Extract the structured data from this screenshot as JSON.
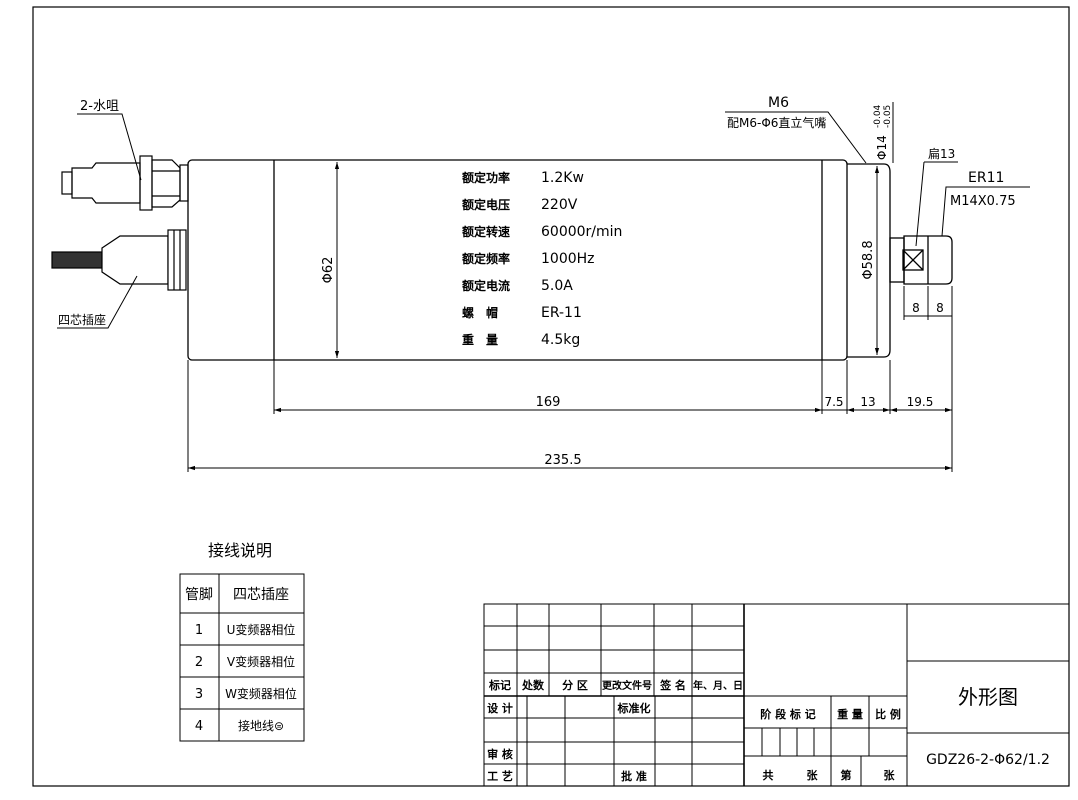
{
  "callouts": {
    "water_nozzle": "2-水咀",
    "connector": "四芯插座",
    "m6": "M6",
    "m6_fitting": "配M6-Φ6直立气嘴",
    "shaft_dia": "Φ14",
    "shaft_tol_upper": "-0.04",
    "shaft_tol_lower": "-0.05",
    "flat": "扁13",
    "collet": "ER11",
    "thread": "M14X0.75"
  },
  "specs": [
    {
      "label": "额定功率",
      "value": "1.2Kw"
    },
    {
      "label": "额定电压",
      "value": "220V"
    },
    {
      "label": "额定转速",
      "value": "60000r/min"
    },
    {
      "label": "额定频率",
      "value": "1000Hz"
    },
    {
      "label": "额定电流",
      "value": "5.0A"
    },
    {
      "label": "螺　帽",
      "value": "ER-11"
    },
    {
      "label": "重　量",
      "value": "4.5kg"
    }
  ],
  "dimensions": {
    "body_dia": "Φ62",
    "front_dia": "Φ58.8",
    "d169": "169",
    "d7_5": "7.5",
    "d13": "13",
    "d19_5": "19.5",
    "d235_5": "235.5",
    "d8a": "8",
    "d8b": "8"
  },
  "wiring": {
    "title": "接线说明",
    "headers": [
      "管脚",
      "四芯插座"
    ],
    "rows": [
      {
        "pin": "1",
        "desc": "U变频器相位"
      },
      {
        "pin": "2",
        "desc": "V变频器相位"
      },
      {
        "pin": "3",
        "desc": "W变频器相位"
      },
      {
        "pin": "4",
        "desc": "接地线⊜"
      }
    ]
  },
  "title_block": {
    "biaoji": "标记",
    "chushu": "处数",
    "fenqu": "分 区",
    "gengai": "更改文件号",
    "qianming": "签 名",
    "riqi": "年、月、日",
    "sheji": "设 计",
    "biaozhunhua": "标准化",
    "shenhe": "审 核",
    "gongyi": "工 艺",
    "pizhun": "批 准",
    "jieduan": "阶 段 标 记",
    "zhongliang": "重 量",
    "bili": "比 例",
    "gong": "共",
    "zhang1": "张",
    "di": "第",
    "zhang2": "张",
    "drawing_name": "外形图",
    "drawing_no": "GDZ26-2-Φ62/1.2"
  }
}
